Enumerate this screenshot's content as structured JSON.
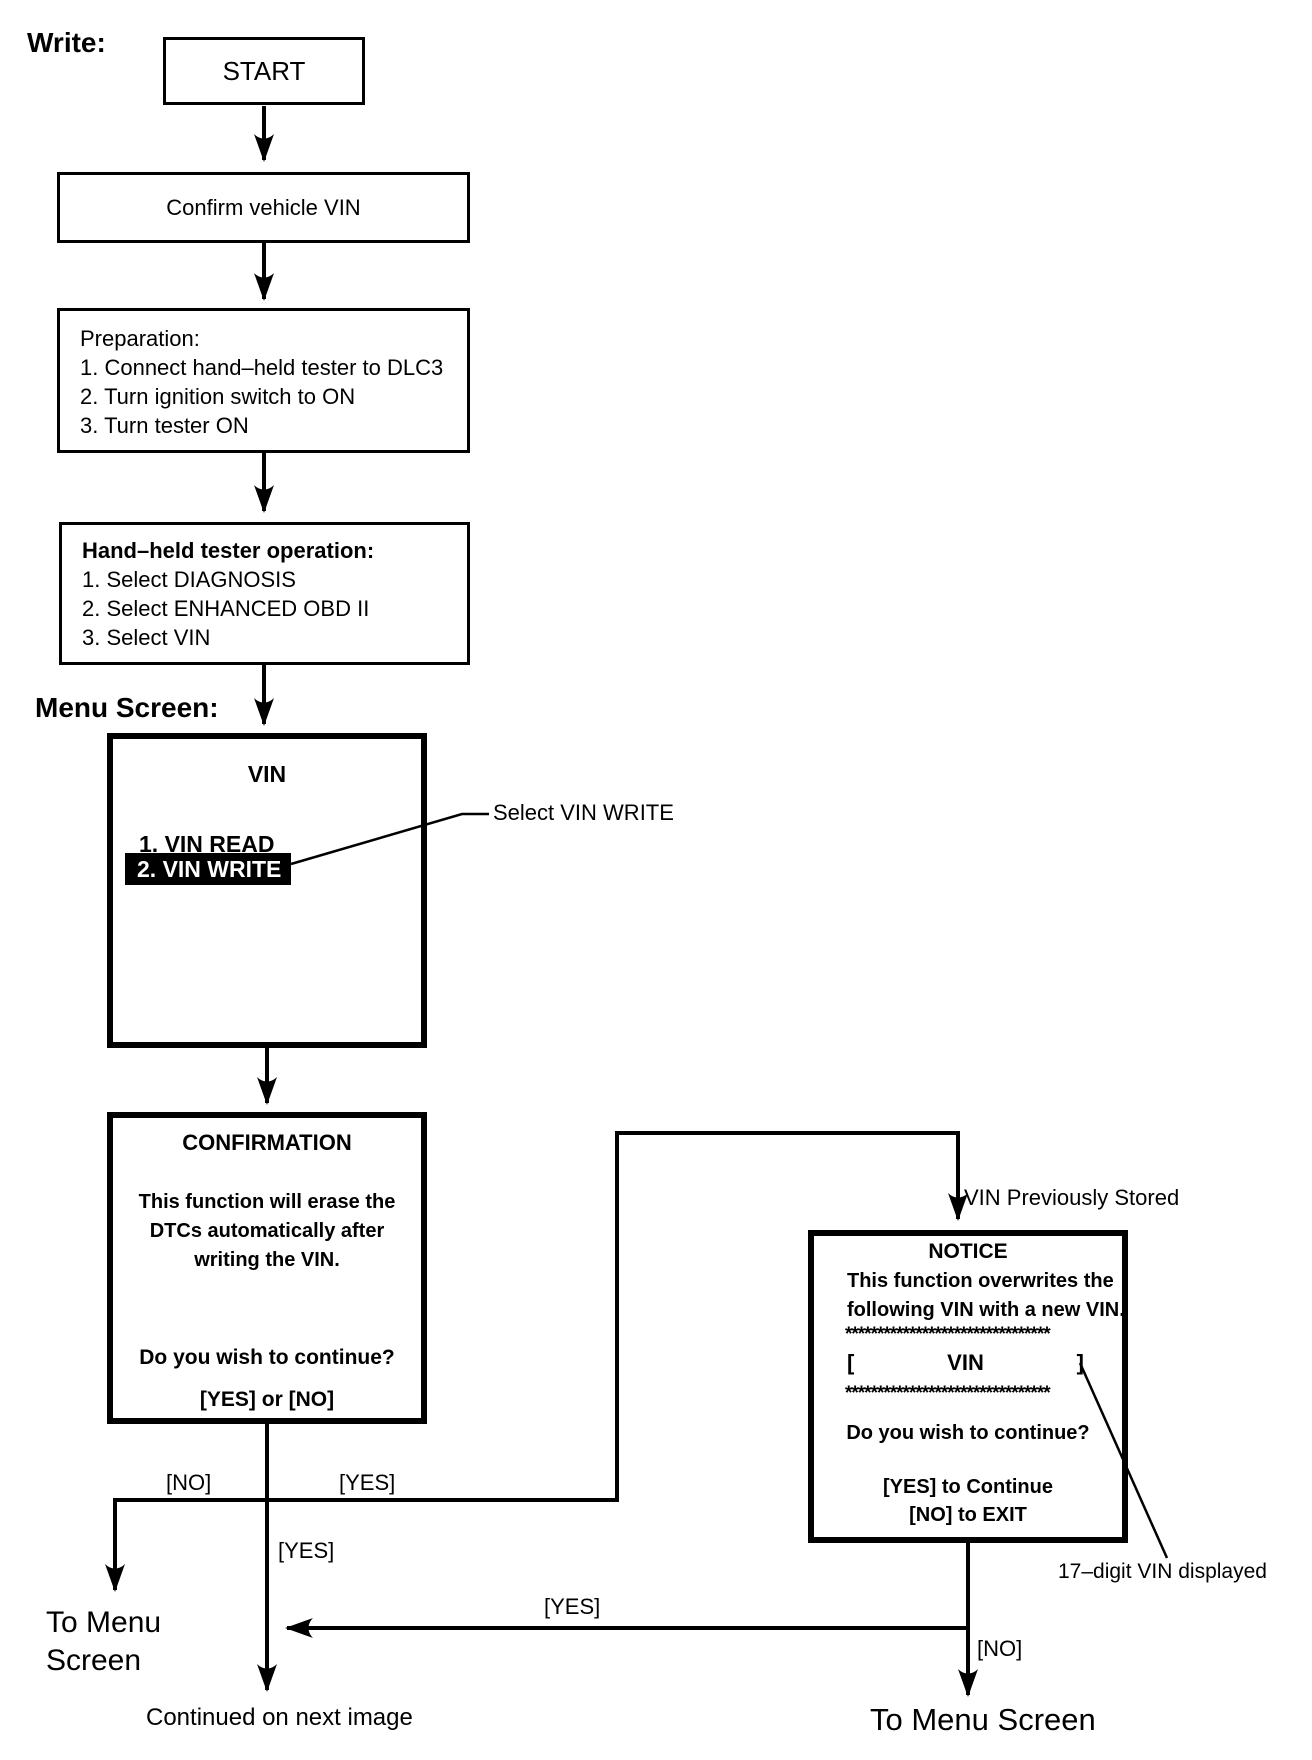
{
  "labels": {
    "write": "Write:",
    "menu_screen": "Menu Screen:",
    "select_vin_write": "Select VIN WRITE",
    "vin_previously_stored": "VIN Previously Stored",
    "vin_17_digit": "17–digit VIN displayed",
    "no_left": "[NO]",
    "yes_right": "[YES]",
    "yes_mid": "[YES]",
    "yes_bottom": "[YES]",
    "no_bottom": "[NO]",
    "to_menu_left_line1": "To Menu",
    "to_menu_left_line2": "Screen",
    "continued": "Continued on next image",
    "to_menu_right": "To Menu Screen"
  },
  "boxes": {
    "start": {
      "label": "START"
    },
    "confirm_vin": {
      "label": "Confirm vehicle VIN"
    },
    "preparation": {
      "title": "Preparation:",
      "steps": [
        "1. Connect hand–held tester to DLC3",
        "2. Turn ignition switch to ON",
        "3. Turn tester ON"
      ]
    },
    "tester_operation": {
      "title": "Hand–held tester operation:",
      "steps": [
        "1. Select DIAGNOSIS",
        "2. Select ENHANCED OBD II",
        "3. Select VIN"
      ]
    },
    "vin_menu": {
      "title": "VIN",
      "item_read": "1. VIN READ",
      "item_write": "2. VIN WRITE"
    },
    "confirmation": {
      "title": "CONFIRMATION",
      "body": [
        "This function will erase the",
        "DTCs automatically after",
        "writing the VIN."
      ],
      "question": "Do you wish to continue?",
      "options": "[YES] or [NO]"
    },
    "notice": {
      "title": "NOTICE",
      "body": [
        "This function overwrites the",
        "following VIN with a new VIN."
      ],
      "stars_top": "********************************",
      "vin_open": "[",
      "vin_label": "VIN",
      "vin_close": "]",
      "stars_bottom": "********************************",
      "question": "Do you wish to continue?",
      "yes_line": "[YES] to Continue",
      "no_line": "[NO] to EXIT"
    }
  },
  "colors": {
    "ink": "#000000",
    "paper": "#ffffff",
    "highlight_bg": "#000000",
    "highlight_text": "#ffffff"
  }
}
